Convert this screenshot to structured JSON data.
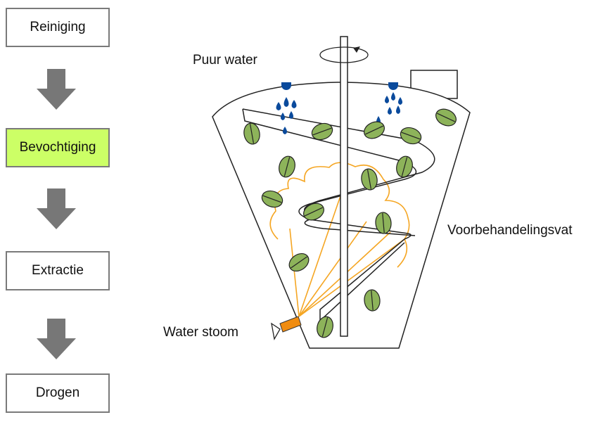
{
  "process_steps": [
    {
      "label": "Reiniging",
      "active": false
    },
    {
      "label": "Bevochtiging",
      "active": true
    },
    {
      "label": "Extractie",
      "active": false
    },
    {
      "label": "Drogen",
      "active": false
    }
  ],
  "labels": {
    "pure_water": "Puur water",
    "steam": "Water stoom",
    "vessel": "Voorbehandelingsvat"
  },
  "colors": {
    "active_step": "#ccff66",
    "step_border": "#7a7a7a",
    "arrow": "#777777",
    "bean_fill": "#8db35a",
    "water_drop": "#0a4a9c",
    "steam": "#f5a623",
    "steam_pipe": "#f08c10"
  }
}
